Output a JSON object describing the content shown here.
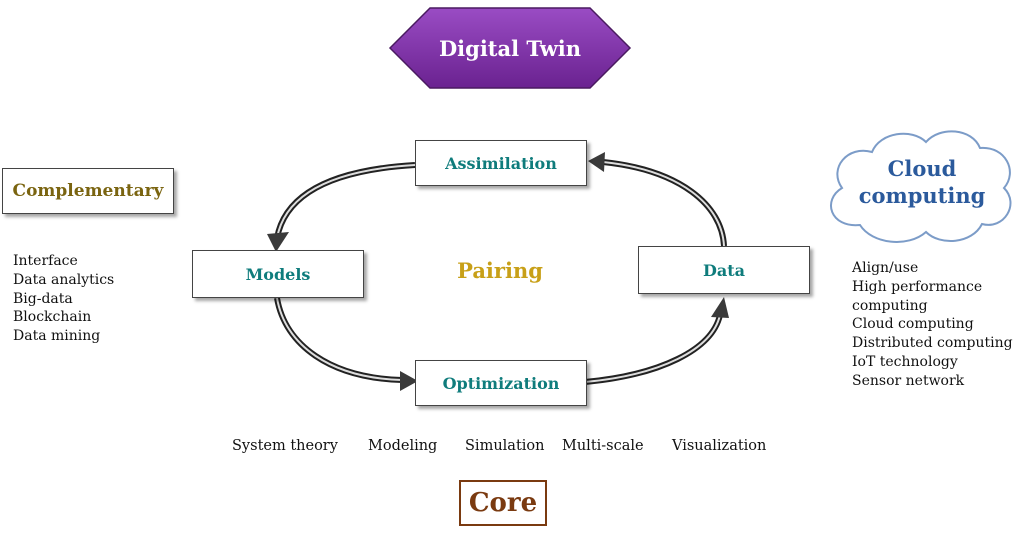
{
  "title": "Digital Twin",
  "center_label": "Pairing",
  "cycle_nodes": {
    "assimilation": "Assimilation",
    "models": "Models",
    "data": "Data",
    "optimization": "Optimization"
  },
  "complementary": {
    "heading": "Complementary",
    "items": [
      "Interface",
      "Data analytics",
      "Big-data",
      "Blockchain",
      "Data mining"
    ]
  },
  "cloud": {
    "heading_line1": "Cloud",
    "heading_line2": "computing",
    "items": [
      "Align/use",
      "High performance",
      "computing",
      "Cloud computing",
      "Distributed computing",
      "IoT technology",
      "Sensor network"
    ]
  },
  "core": {
    "label": "Core",
    "items": [
      "System theory",
      "Modeling",
      "Simulation",
      "Multi-scale",
      "Visualization"
    ]
  },
  "colors": {
    "title_hexagon": "#7b2fa0",
    "node_text": "#0f7c7c",
    "complementary": "#7a6410",
    "pairing": "#c8a018",
    "cloud_text": "#2b5a9c",
    "core": "#7a3a10"
  }
}
